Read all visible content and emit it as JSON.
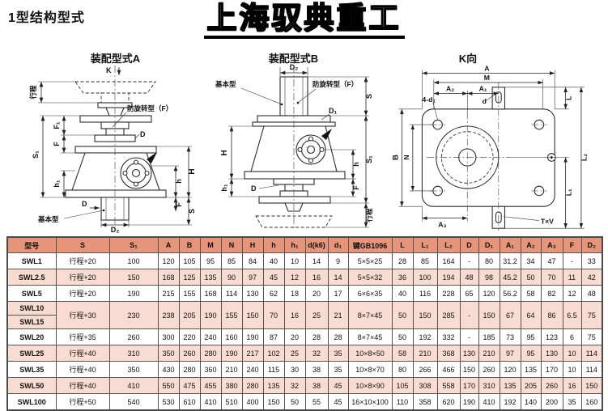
{
  "page": {
    "title": "1型结构型式",
    "watermark": "上海驭典重工"
  },
  "diagrams": {
    "a": {
      "title": "装配型式A",
      "labels": {
        "k": "K",
        "stroke": "行程",
        "fr": "防旋转型（F）",
        "d_top": "D",
        "f1": "F₁",
        "f": "F",
        "s1": "S₁",
        "h1": "h₁",
        "h_big": "H",
        "h_small": "h",
        "f_right": "F",
        "s": "S",
        "d_bottom": "D",
        "base": "基本型",
        "d2": "D₂"
      }
    },
    "b": {
      "title": "装配型式B",
      "labels": {
        "d2": "D₂",
        "base": "基本型",
        "fr": "防旋转型（F）",
        "d1": "D₁",
        "s": "S",
        "h_big": "H",
        "h_small": "h",
        "s1": "S₁",
        "h1": "h₁",
        "d": "D",
        "f": "F",
        "stroke": "行程"
      }
    },
    "k": {
      "title": "K向",
      "labels": {
        "a": "A",
        "m": "M",
        "a2": "A₂",
        "a1": "A₁",
        "dd1": "4-d₁",
        "d": "d",
        "l": "L",
        "b": "B",
        "n": "N",
        "l1": "L₁",
        "l2": "L₂",
        "a3": "A₃",
        "txv": "T×V"
      }
    }
  },
  "table": {
    "headers": [
      "型号",
      "S",
      "S₁",
      "A",
      "B",
      "M",
      "N",
      "H",
      "h",
      "h₁",
      "d(k6)",
      "d₁",
      "键GB1096",
      "L",
      "L₁",
      "L₂",
      "D",
      "D₁",
      "A₁",
      "A₂",
      "A₃",
      "F",
      "D₂"
    ],
    "rows": [
      {
        "models": [
          "SWL1"
        ],
        "shade": false,
        "cells": [
          "行程+20",
          "100",
          "120",
          "105",
          "95",
          "85",
          "84",
          "40",
          "10",
          "14",
          "9",
          "5×5×25",
          "28",
          "85",
          "164",
          "-",
          "80",
          "31.2",
          "34",
          "47",
          "-",
          "33"
        ]
      },
      {
        "models": [
          "SWL2.5"
        ],
        "shade": true,
        "cells": [
          "行程+20",
          "150",
          "168",
          "125",
          "135",
          "90",
          "97",
          "45",
          "12",
          "16",
          "14",
          "5×5×32",
          "36",
          "100",
          "194",
          "48",
          "98",
          "45.2",
          "50",
          "70",
          "11",
          "42"
        ]
      },
      {
        "models": [
          "SWL5"
        ],
        "shade": false,
        "cells": [
          "行程+20",
          "190",
          "215",
          "155",
          "168",
          "114",
          "130",
          "62",
          "18",
          "20",
          "17",
          "6×6×35",
          "40",
          "116",
          "228",
          "65",
          "120",
          "56.2",
          "58",
          "82",
          "12",
          "48"
        ]
      },
      {
        "models": [
          "SWL10",
          "SWL15"
        ],
        "shade": true,
        "cells": [
          "行程+30",
          "230",
          "238",
          "205",
          "190",
          "155",
          "150",
          "70",
          "16",
          "25",
          "21",
          "8×7×45",
          "50",
          "150",
          "285",
          "-",
          "150",
          "67",
          "64",
          "86",
          "6.5",
          "75"
        ]
      },
      {
        "models": [
          "SWL20"
        ],
        "shade": false,
        "cells": [
          "行程+35",
          "260",
          "300",
          "220",
          "240",
          "160",
          "190",
          "87",
          "20",
          "28",
          "28",
          "8×7×45",
          "50",
          "192",
          "332",
          "-",
          "185",
          "73",
          "95",
          "123",
          "6",
          "75"
        ]
      },
      {
        "models": [
          "SWL25"
        ],
        "shade": true,
        "cells": [
          "行程+40",
          "310",
          "350",
          "260",
          "280",
          "190",
          "217",
          "102",
          "25",
          "32",
          "35",
          "10×8×50",
          "58",
          "210",
          "368",
          "130",
          "210",
          "97",
          "95",
          "130",
          "10",
          "114"
        ]
      },
      {
        "models": [
          "SWL35"
        ],
        "shade": false,
        "cells": [
          "行程+40",
          "350",
          "430",
          "280",
          "360",
          "210",
          "240",
          "115",
          "30",
          "38",
          "35",
          "10×8×70",
          "80",
          "266",
          "466",
          "150",
          "260",
          "120",
          "135",
          "170",
          "10",
          "114"
        ]
      },
      {
        "models": [
          "SWL50"
        ],
        "shade": true,
        "cells": [
          "行程+40",
          "410",
          "550",
          "475",
          "455",
          "380",
          "280",
          "135",
          "32",
          "38",
          "45",
          "10×8×90",
          "105",
          "308",
          "558",
          "170",
          "310",
          "135",
          "205",
          "260",
          "16",
          "150"
        ]
      },
      {
        "models": [
          "SWL100"
        ],
        "shade": false,
        "cells": [
          "行程+50",
          "540",
          "530",
          "610",
          "410",
          "510",
          "400",
          "150",
          "50",
          "55",
          "45",
          "16×10×100",
          "110",
          "358",
          "620",
          "190",
          "410",
          "192",
          "140",
          "200",
          "35",
          "160"
        ]
      }
    ]
  },
  "colors": {
    "header_bg": "#E6947A",
    "row_shade": "#F9DCD1",
    "line": "#2B2B2B",
    "border": "#555555"
  }
}
